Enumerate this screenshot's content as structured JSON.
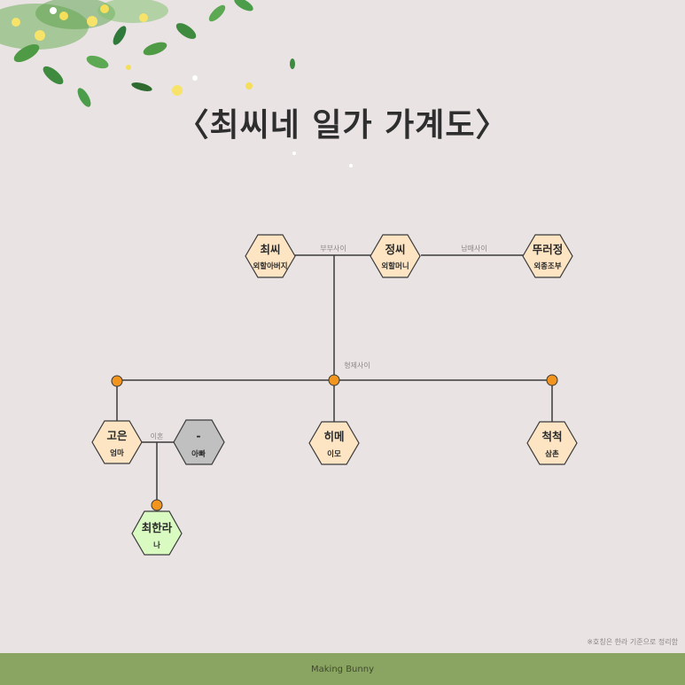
{
  "title": "〈최씨네 일가 가계도〉",
  "note": "※호칭은 한라 기준으로 정리함",
  "footer": "Making Bunny",
  "colors": {
    "background": "#e9e3e3",
    "node_default": "#fde5c4",
    "node_unknown": "#c0c0c0",
    "node_self": "#d9fbc2",
    "connector_dot": "#f2951f",
    "footer_bar": "#8aa461"
  },
  "persons": {
    "grandfather": {
      "name": "최씨",
      "role": "외할아버지"
    },
    "grandmother": {
      "name": "정씨",
      "role": "외할머니"
    },
    "granduncle": {
      "name": "뚜러정",
      "role": "외종조부"
    },
    "mother": {
      "name": "고은",
      "role": "엄마"
    },
    "father": {
      "name": "-",
      "role": "아빠"
    },
    "aunt": {
      "name": "히메",
      "role": "이모"
    },
    "uncle": {
      "name": "척척",
      "role": "삼촌"
    },
    "self": {
      "name": "최한라",
      "role": "나"
    }
  },
  "relations": {
    "spouse": "부부사이",
    "siblings_grand": "남매사이",
    "siblings": "형제사이",
    "divorce": "이혼"
  }
}
